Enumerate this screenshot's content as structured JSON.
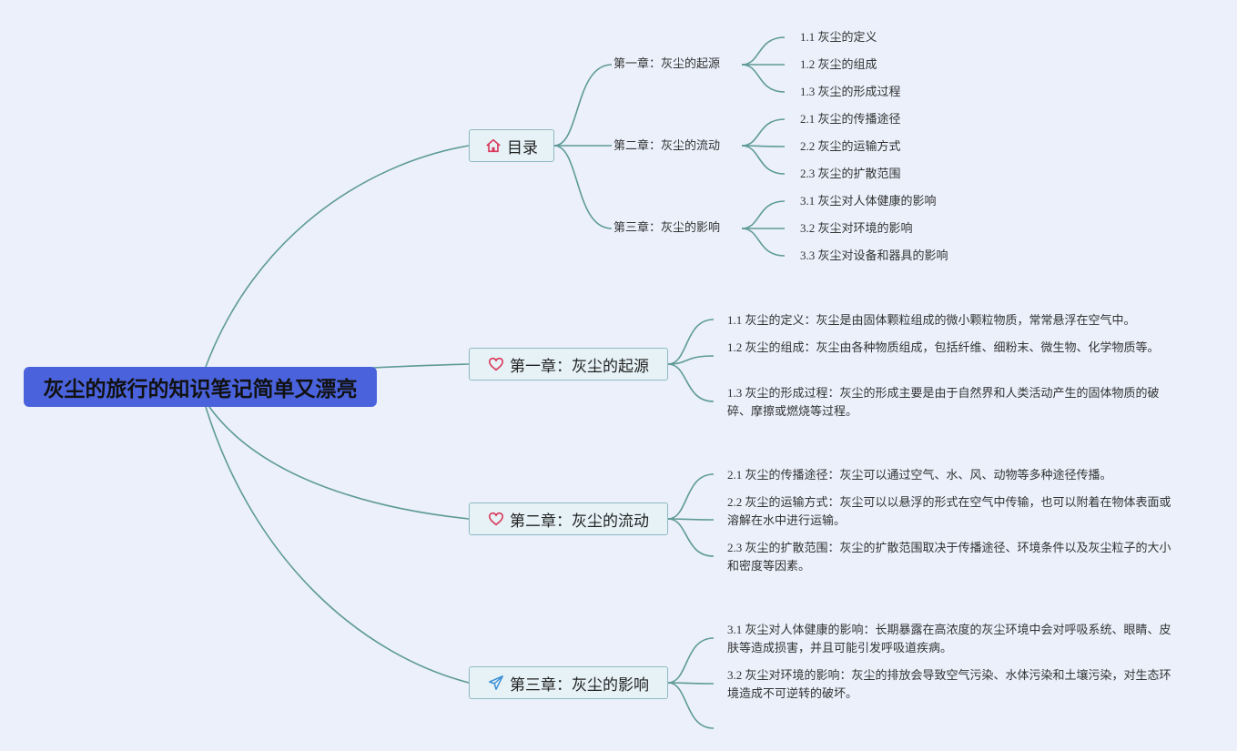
{
  "root": {
    "title": "灰尘的旅行的知识笔记简单又漂亮"
  },
  "toc": {
    "title": "目录",
    "icon": "home-icon",
    "icon_color": "#d9375a",
    "chapters": [
      {
        "title": "第一章：灰尘的起源",
        "items": [
          "1.1 灰尘的定义",
          "1.2 灰尘的组成",
          "1.3 灰尘的形成过程"
        ]
      },
      {
        "title": "第二章：灰尘的流动",
        "items": [
          "2.1 灰尘的传播途径",
          "2.2 灰尘的运输方式",
          "2.3 灰尘的扩散范围"
        ]
      },
      {
        "title": "第三章：灰尘的影响",
        "items": [
          "3.1 灰尘对人体健康的影响",
          "3.2 灰尘对环境的影响",
          "3.3 灰尘对设备和器具的影响"
        ]
      }
    ]
  },
  "chapters": [
    {
      "title": "第一章：灰尘的起源",
      "icon": "heart-icon",
      "icon_color": "#d9375a",
      "paragraphs": [
        "1.1 灰尘的定义：灰尘是由固体颗粒组成的微小颗粒物质，常常悬浮在空气中。",
        "1.2 灰尘的组成：灰尘由各种物质组成，包括纤维、细粉末、微生物、化学物质等。",
        "1.3 灰尘的形成过程：灰尘的形成主要是由于自然界和人类活动产生的固体物质的破碎、摩擦或燃烧等过程。"
      ]
    },
    {
      "title": "第二章：灰尘的流动",
      "icon": "heart-icon",
      "icon_color": "#d9375a",
      "paragraphs": [
        "2.1 灰尘的传播途径：灰尘可以通过空气、水、风、动物等多种途径传播。",
        "2.2 灰尘的运输方式：灰尘可以以悬浮的形式在空气中传输，也可以附着在物体表面或溶解在水中进行运输。",
        "2.3 灰尘的扩散范围：灰尘的扩散范围取决于传播途径、环境条件以及灰尘粒子的大小和密度等因素。"
      ]
    },
    {
      "title": "第三章：灰尘的影响",
      "icon": "paper-plane-icon",
      "icon_color": "#3a8fd6",
      "paragraphs": [
        "3.1 灰尘对人体健康的影响：长期暴露在高浓度的灰尘环境中会对呼吸系统、眼睛、皮肤等造成损害，并且可能引发呼吸道疾病。",
        "3.2 灰尘对环境的影响：灰尘的排放会导致空气污染、水体污染和土壤污染，对生态环境造成不可逆转的破坏。",
        ""
      ]
    }
  ],
  "colors": {
    "line": "#5e9a96",
    "root_bg": "#4a63dc",
    "topic_bg": "#e6f2f6",
    "topic_border": "#8fb9c4",
    "background": "#ebf0fb"
  }
}
